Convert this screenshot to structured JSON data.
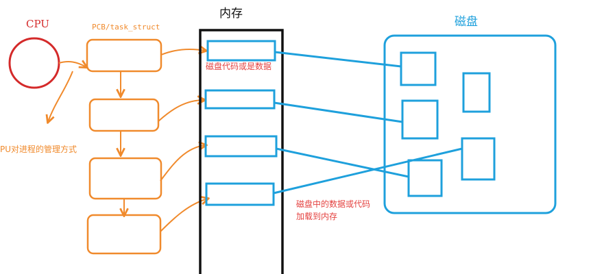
{
  "labels": {
    "cpu": "CPU",
    "pcb": "PCB/task_struct",
    "cpu_management": "PU对进程的管理方式",
    "memory": "内存",
    "disk": "磁盘",
    "mem_note": "磁盘代码或是数据",
    "load_note_line1": "磁盘中的数据或代码",
    "load_note_line2": "加载到内存"
  },
  "colors": {
    "cpu_red": "#d42a2a",
    "orange": "#f08a2c",
    "blue": "#1ea0dc",
    "black": "#111111",
    "note_red": "#e4413f"
  }
}
